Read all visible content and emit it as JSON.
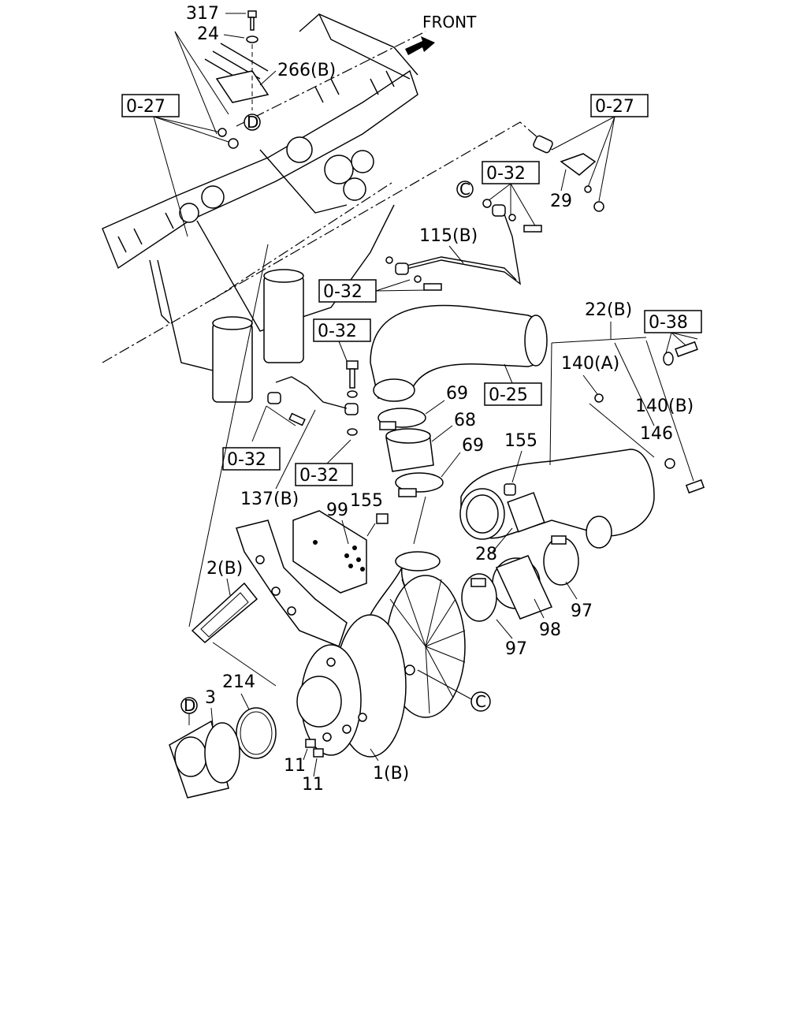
{
  "header": {
    "front_label": "FRONT"
  },
  "callouts": {
    "c317": "317",
    "c24": "24",
    "c266b": "266(B)",
    "c115b": "115(B)",
    "c29": "29",
    "c22b": "22(B)",
    "c140a": "140(A)",
    "c140b": "140(B)",
    "c146": "146",
    "c69a": "69",
    "c68": "68",
    "c69b": "69",
    "c155a": "155",
    "c155b": "155",
    "c99": "99",
    "c28": "28",
    "c137b": "137(B)",
    "c2b": "2(B)",
    "c97a": "97",
    "c98": "98",
    "c97b": "97",
    "c214": "214",
    "c3": "3",
    "c11a": "11",
    "c11b": "11",
    "c1b": "1(B)"
  },
  "ref_boxes": {
    "r027a": "0-27",
    "r027b": "0-27",
    "r032a": "0-32",
    "r032b": "0-32",
    "r032c": "0-32",
    "r032d": "0-32",
    "r032e": "0-32",
    "r025": "0-25",
    "r038": "0-38"
  },
  "connectors": {
    "d_top": "D",
    "d_bottom": "D",
    "c_top": "C",
    "c_bottom": "C"
  }
}
